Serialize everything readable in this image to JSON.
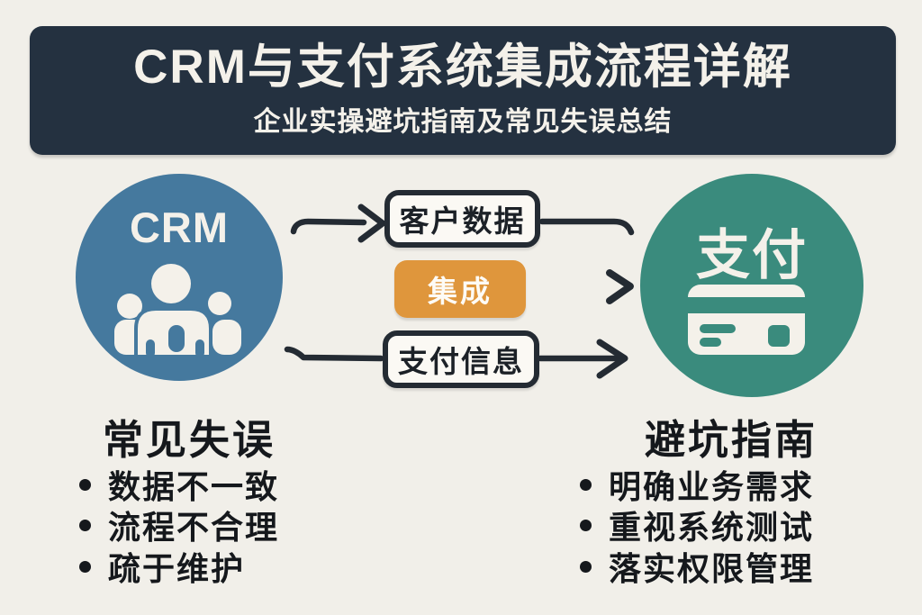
{
  "header": {
    "title": "CRM与支付系统集成流程详解",
    "subtitle": "企业实操避坑指南及常见失误总结"
  },
  "flow": {
    "crm_node": {
      "label": "CRM",
      "icon": "users-icon"
    },
    "payment_node": {
      "label": "支付",
      "icon": "credit-card-icon"
    },
    "top_box": "客户数据",
    "middle_box": "集成",
    "bottom_box": "支付信息"
  },
  "mistakes": {
    "heading": "常见失误",
    "items": [
      "数据不一致",
      "流程不合理",
      "疏于维护"
    ]
  },
  "guide": {
    "heading": "避坑指南",
    "items": [
      "明确业务需求",
      "重视系统测试",
      "落实权限管理"
    ]
  },
  "colors": {
    "background": "#f1efe9",
    "banner": "#243140",
    "crm_blue": "#45799e",
    "payment_teal": "#3a8b7d",
    "integration_orange": "#df963c",
    "ink": "#242b33"
  }
}
